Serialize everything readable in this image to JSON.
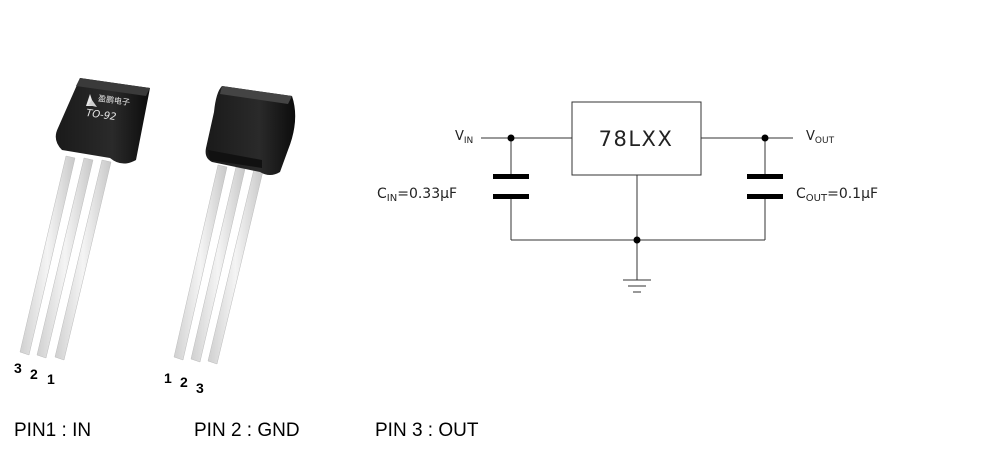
{
  "package1": {
    "brand": "盈鹏电子",
    "model": "TO-92",
    "pin_labels": [
      "3",
      "2",
      "1"
    ]
  },
  "package2": {
    "pin_labels": [
      "1",
      "2",
      "3"
    ]
  },
  "pin_descriptions": [
    "PIN1 : IN",
    "PIN 2 : GND",
    "PIN 3 : OUT"
  ],
  "schematic": {
    "regulator": "78LXX",
    "vin": {
      "main": "V",
      "sub": "IN"
    },
    "vout": {
      "main": "V",
      "sub": "OUT"
    },
    "cin": {
      "main": "C",
      "sub": "IN",
      "value": "=0.33μF"
    },
    "cout": {
      "main": "C",
      "sub": "OUT",
      "value": "=0.1μF"
    }
  }
}
